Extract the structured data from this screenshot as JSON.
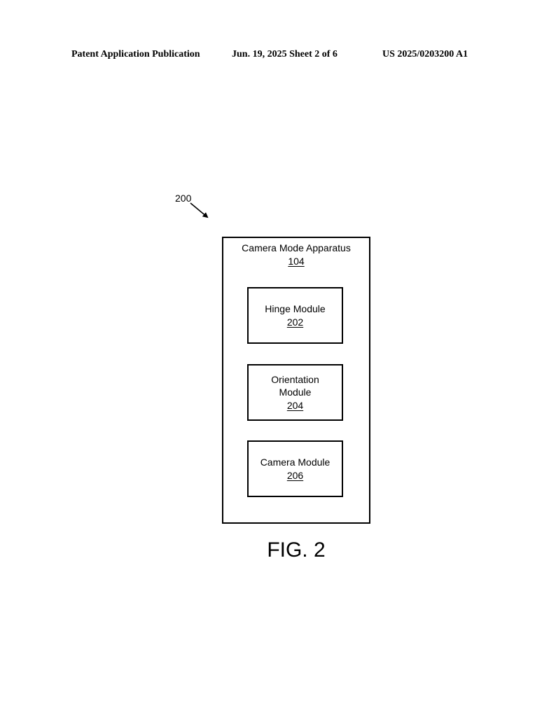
{
  "header": {
    "left": "Patent Application Publication",
    "middle": "Jun. 19, 2025  Sheet 2 of 6",
    "right": "US 2025/0203200 A1"
  },
  "diagram": {
    "reference": "200",
    "apparatus": {
      "label": "Camera Mode Apparatus",
      "number": "104"
    },
    "modules": [
      {
        "label": "Hinge Module",
        "number": "202"
      },
      {
        "label_line1": "Orientation",
        "label_line2": "Module",
        "number": "204"
      },
      {
        "label": "Camera Module",
        "number": "206"
      }
    ]
  },
  "figure": {
    "caption": "FIG. 2"
  }
}
